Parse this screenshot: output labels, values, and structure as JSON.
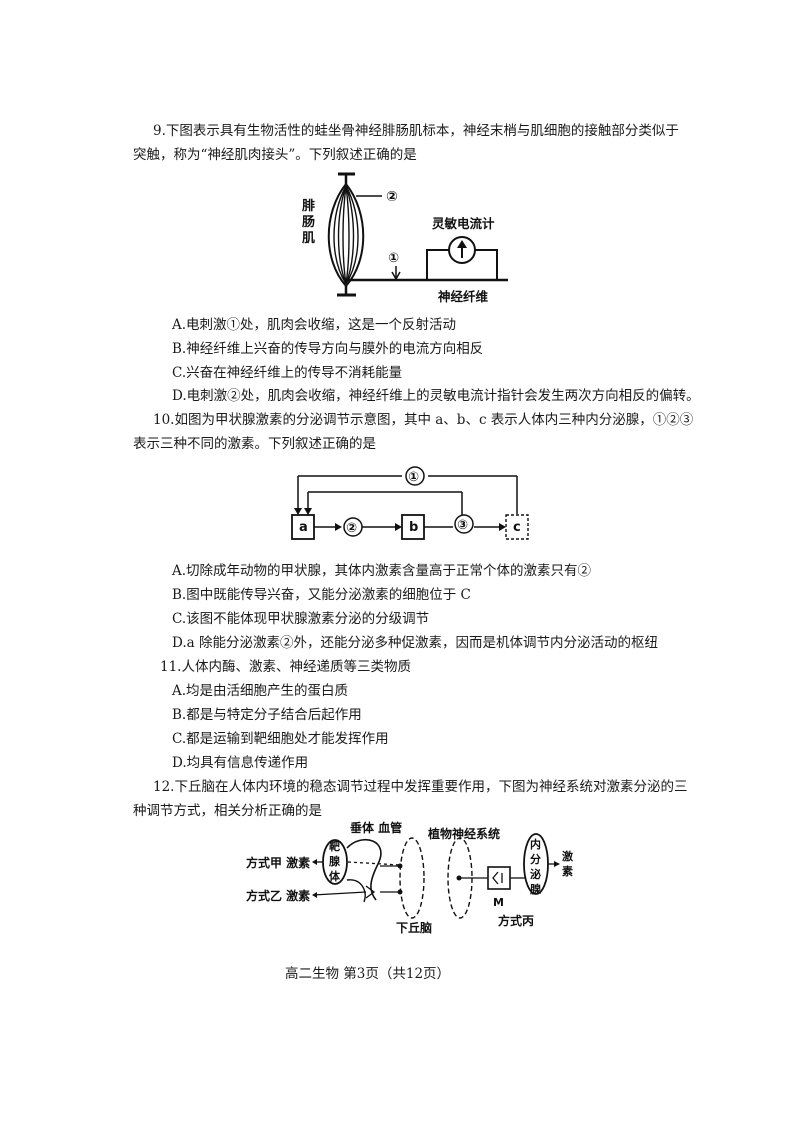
{
  "q9": {
    "stem_line1": "9.下图表示具有生物活性的蛙坐骨神经腓肠肌标本，神经末梢与肌细胞的接触部分类似于",
    "stem_line2": "突触，称为“神经肌肉接头”。下列叙述正确的是",
    "fig": {
      "muscle_label": "腓肠肌",
      "point2": "②",
      "point1": "①",
      "meter_label": "灵敏电流计",
      "nerve_label": "神经纤维"
    },
    "options": [
      "A.电刺激①处，肌肉会收缩，这是一个反射活动",
      "B.神经纤维上兴奋的传导方向与膜外的电流方向相反",
      "C.兴奋在神经纤维上的传导不消耗能量",
      "D.电刺激②处，肌肉会收缩，神经纤维上的灵敏电流计指针会发生两次方向相反的偏转。"
    ]
  },
  "q10": {
    "stem_line1": "10.如图为甲状腺激素的分泌调节示意图，其中 a、b、c 表示人体内三种内分泌腺，①②③",
    "stem_line2": "表示三种不同的激素。下列叙述正确的是",
    "fig": {
      "h1": "①",
      "h2": "②",
      "h3": "③",
      "a": "a",
      "b": "b",
      "c": "c"
    },
    "options": [
      "A.切除成年动物的甲状腺，其体内激素含量高于正常个体的激素只有②",
      "B.图中既能传导兴奋，又能分泌激素的细胞位于 C",
      "C.该图不能体现甲状腺激素分泌的分级调节",
      "D.a 除能分泌激素②外，还能分泌多种促激素，因而是机体调节内分泌活动的枢纽"
    ]
  },
  "q11": {
    "stem": "11.人体内酶、激素、神经递质等三类物质",
    "options": [
      "A.均是由活细胞产生的蛋白质",
      "B.都是与特定分子结合后起作用",
      "C.都是运输到靶细胞处才能发挥作用",
      "D.均具有信息传递作用"
    ]
  },
  "q12": {
    "stem_line1": "12.下丘脑在人体内环境的稳态调节过程中发挥重要作用，下图为神经系统对激素分泌的三",
    "stem_line2": "种调节方式，相关分析正确的是",
    "fig": {
      "pituitary_vessel": "垂体 血管",
      "autonomic": "植物神经系统",
      "way_a": "方式甲 激素",
      "way_b": "方式乙 激素",
      "target": "靶腺体",
      "hypothalamus": "下丘脑",
      "endocrine": "内分泌腺",
      "hormone": "激素",
      "m": "M",
      "way_c": "方式丙"
    }
  },
  "footer": "高二生物   第3页（共12页）"
}
